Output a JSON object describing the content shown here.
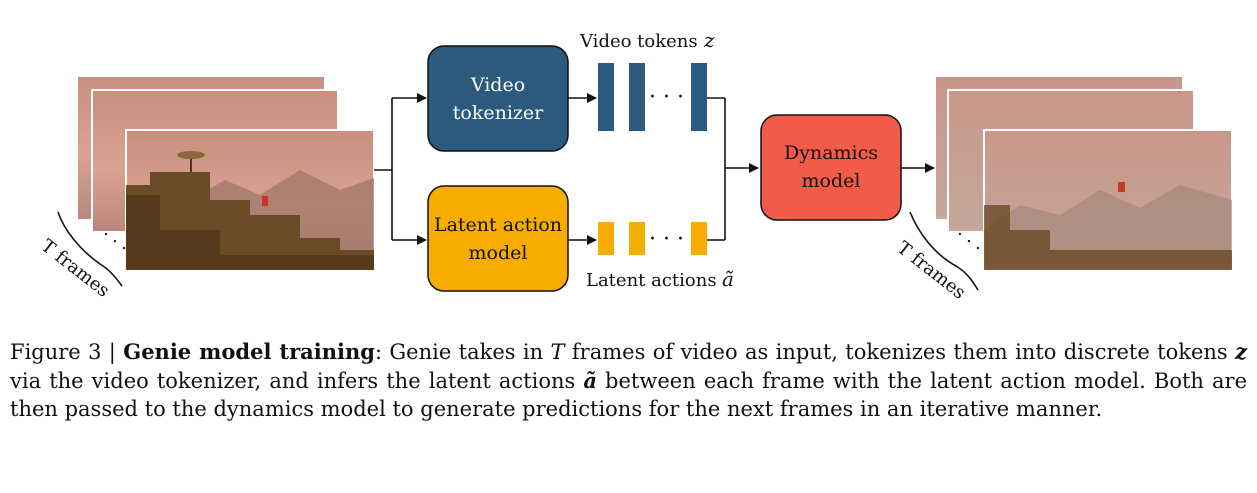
{
  "diagram": {
    "video_tokenizer": {
      "line1": "Video",
      "line2": "tokenizer"
    },
    "latent_action_model": {
      "line1": "Latent action",
      "line2": "model"
    },
    "dynamics_model": {
      "line1": "Dynamics",
      "line2": "model"
    },
    "video_tokens_label": "Video tokens",
    "video_tokens_symbol": "z",
    "latent_actions_label": "Latent actions",
    "latent_actions_symbol": "ã",
    "ellipsis": "· · ·",
    "input_frames_label": "T frames",
    "output_frames_label": "T frames",
    "colors": {
      "video_tokenizer": "#2b5a7e",
      "latent_action": "#f7ad00",
      "dynamics": "#f25b47"
    }
  },
  "caption": {
    "prefix": "Figure 3 | ",
    "title": "Genie model training",
    "part1": ": Genie takes in ",
    "T": "T",
    "part2": " frames of video as input, tokenizes them into discrete tokens ",
    "z": "z",
    "part3": " via the video tokenizer, and infers the latent actions ",
    "a": "ã",
    "part4": " between each frame with the latent action model. Both are then passed to the dynamics model to generate predictions for the next frames in an iterative manner."
  }
}
